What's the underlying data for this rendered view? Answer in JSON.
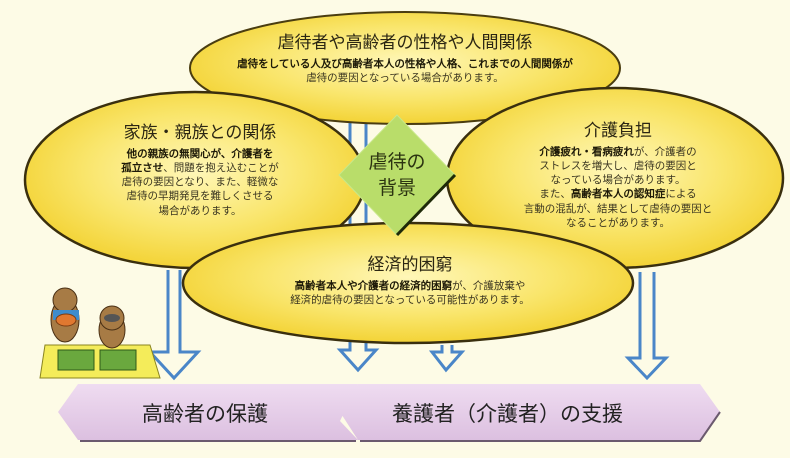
{
  "colors": {
    "background": "#fdfbe6",
    "bubble_fill": "#f7de4a",
    "bubble_outline": "#3a2f0e",
    "center_diamond": "#b9dd6a",
    "arrow_blue": "#4a86c8",
    "ribbon_fill": "#e9d3ec",
    "connector_red": "#9c1c1c"
  },
  "center": {
    "line1": "虐待の",
    "line2": "背景"
  },
  "bubbles": {
    "top": {
      "title": "虐待者や高齢者の性格や人間関係",
      "lines": [
        [
          {
            "text": "虐待をしている人及び高齢者本人の性格や人格、これまでの人間関係が",
            "bold": true
          }
        ],
        [
          {
            "text": "虐待の要因となっている場合があります。",
            "bold": false
          }
        ]
      ]
    },
    "left": {
      "title": "家族・親族との関係",
      "line1_bold": "他の親族の無関心が、介護者を",
      "line2_bold": "孤立させ",
      "line2_rest": "、問題を抱え込むことが",
      "line3": "虐待の要因となり、また、軽微な",
      "line4": "虐待の早期発見を難しくさせる",
      "line5": "場合があります。"
    },
    "right": {
      "title": "介護負担",
      "line1_bold": "介護疲れ・看病疲れ",
      "line1_rest": "が、介護者の",
      "line2": "ストレスを増大し、虐待の要因と",
      "line3": "なっている場合があります。",
      "line4_pre": "また、",
      "line4_bold": "高齢者本人の認知症",
      "line4_rest": "による",
      "line5": "言動の混乱が、結果として虐待の要因と",
      "line6": "なることがあります。"
    },
    "bottom": {
      "title": "経済的困窮",
      "line1_bold": "高齢者本人や介護者の経済的困窮",
      "line1_rest": "が、介護放棄や",
      "line2": "経済的虐待の要因となっている可能性があります。"
    }
  },
  "outcomes": {
    "left_label": "高齢者の保護",
    "right_label": "養護者（介護者）の支援"
  },
  "illustration": {
    "icon": "raccoon-dogs-caregiving-illustration"
  }
}
